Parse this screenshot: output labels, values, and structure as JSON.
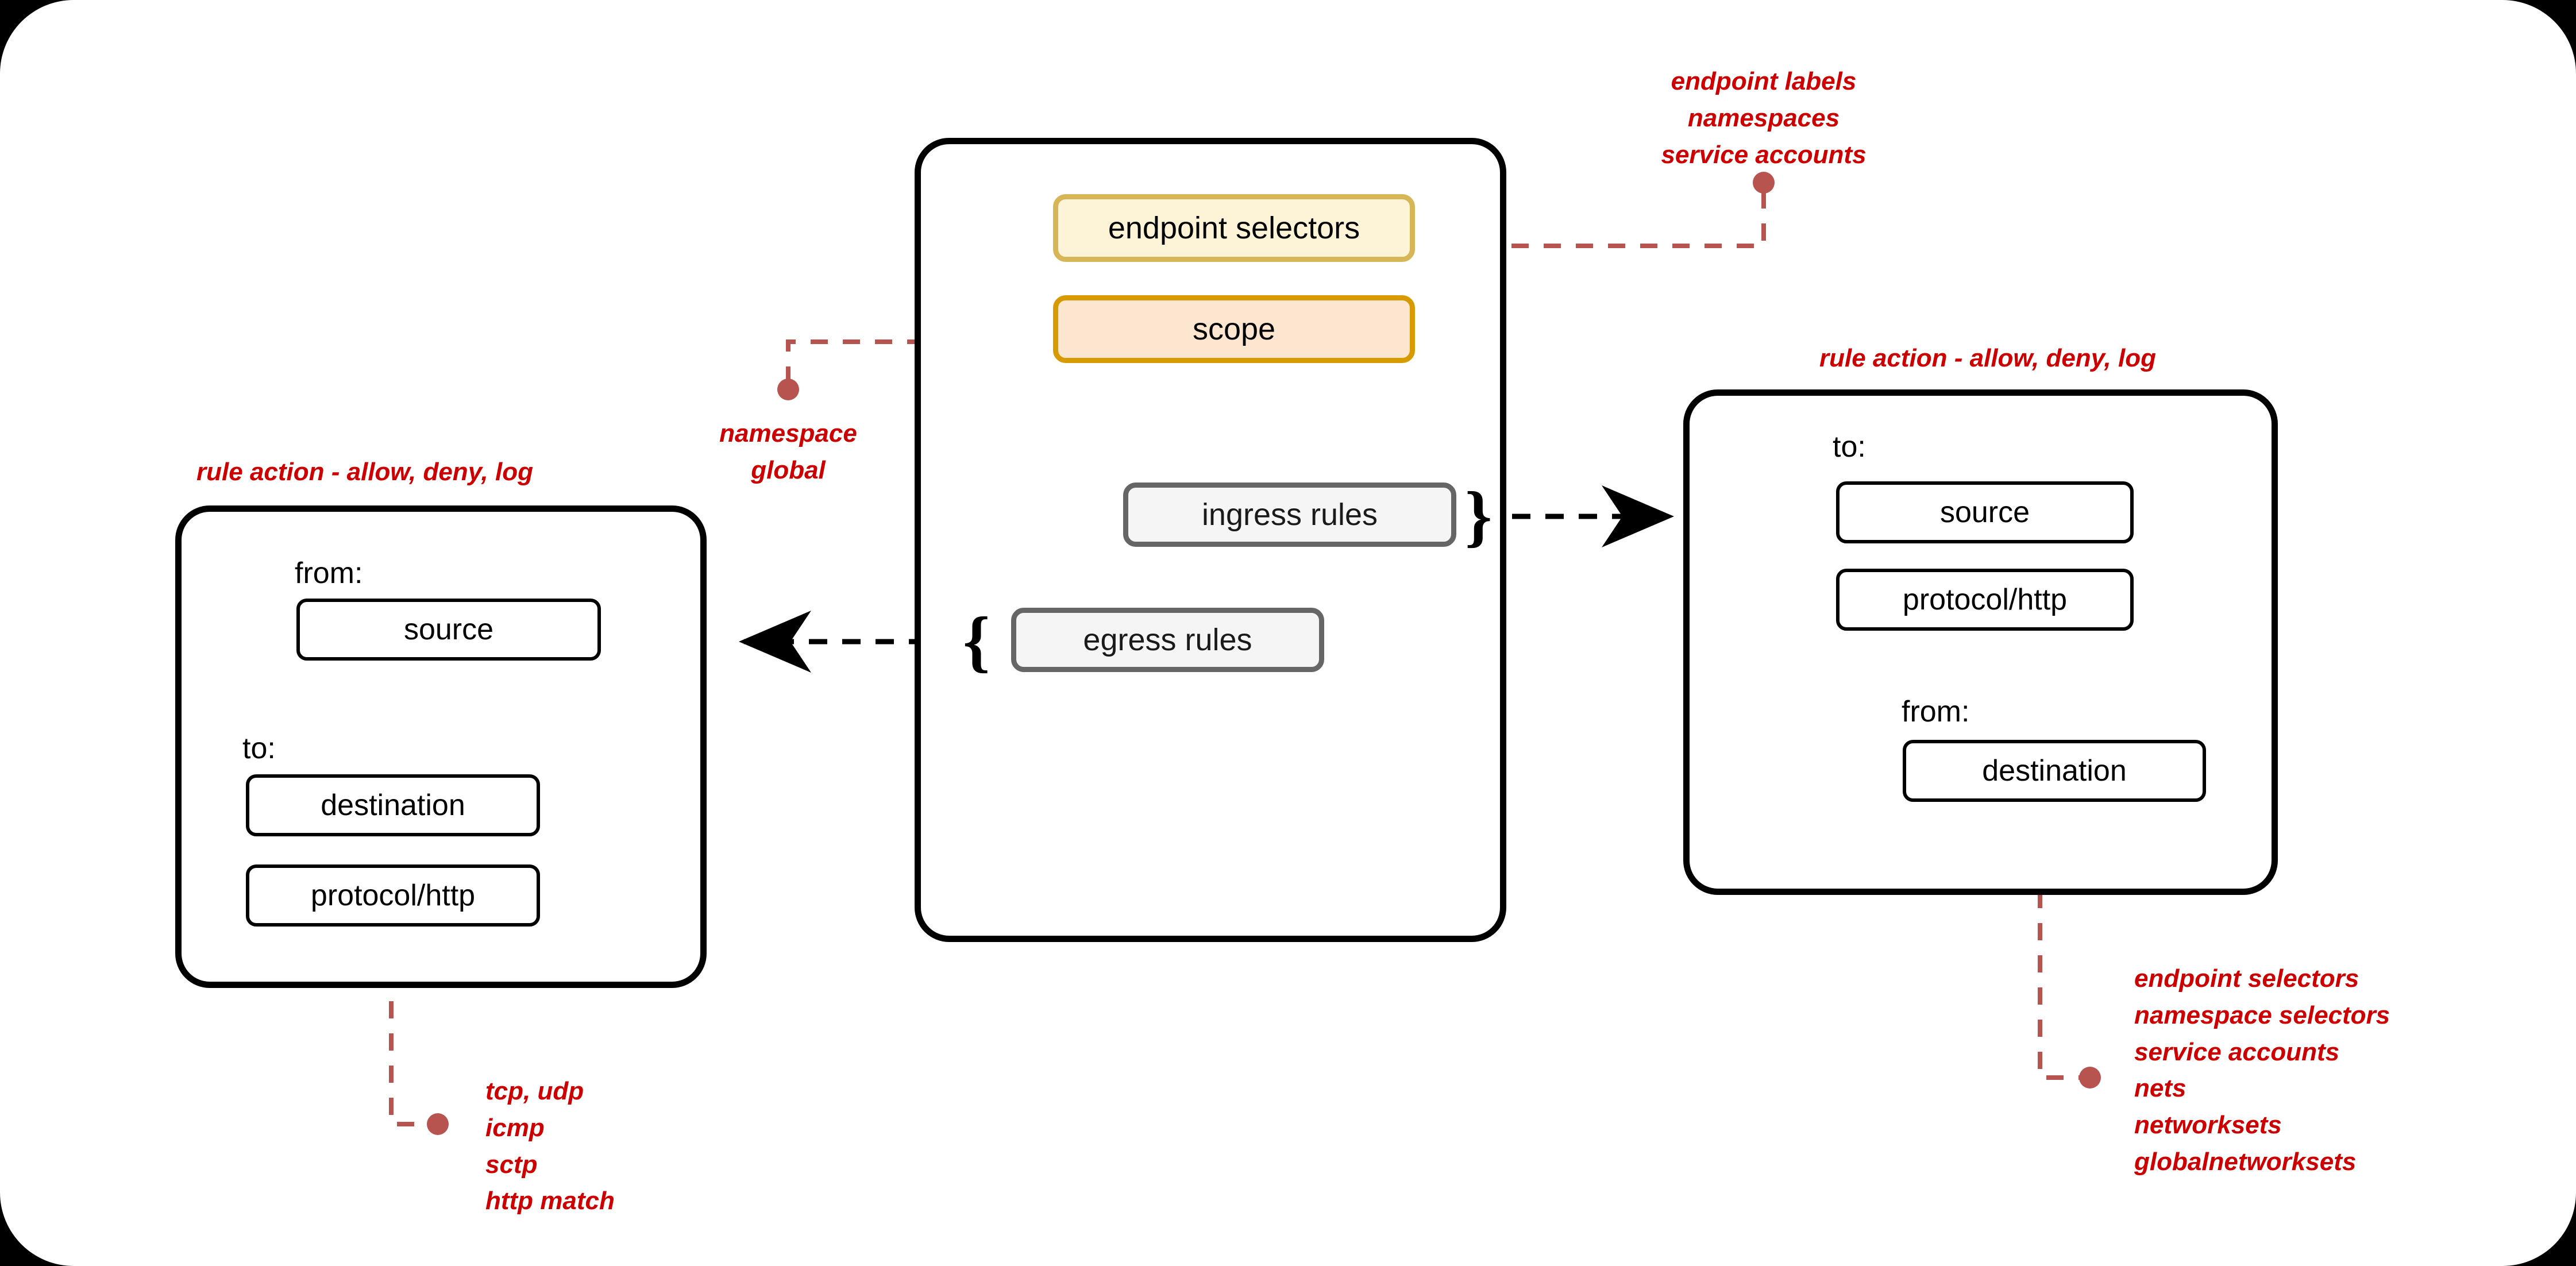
{
  "canvas": {
    "background": "#000000",
    "paper": "#ffffff"
  },
  "colors": {
    "annotation_text": "#cc0000",
    "connector_dash": "#b85450",
    "endpoint_selectors_fill": "#fdf3d7",
    "endpoint_selectors_border": "#d6b656",
    "scope_fill": "#fce6d0",
    "scope_border": "#d79b00",
    "rules_fill": "#f5f5f5",
    "rules_border": "#666666",
    "panel_border": "#000000"
  },
  "center_panel": {
    "name": "policy-container",
    "boxes": [
      {
        "id": "endpoint-selectors",
        "label": "endpoint selectors",
        "style": "yellow"
      },
      {
        "id": "scope",
        "label": "scope",
        "style": "orange"
      },
      {
        "id": "ingress-rules",
        "label": "ingress rules",
        "style": "gray"
      },
      {
        "id": "egress-rules",
        "label": "egress rules",
        "style": "gray"
      }
    ],
    "braces": {
      "ingress": "}",
      "egress": "{"
    }
  },
  "left_panel": {
    "title": "rule action - allow, deny, log",
    "sections": [
      {
        "label": "from:",
        "items": [
          "source"
        ]
      },
      {
        "label": "to:",
        "items": [
          "destination",
          "protocol/http"
        ]
      }
    ]
  },
  "right_panel": {
    "title": "rule action - allow, deny, log",
    "sections": [
      {
        "label": "to:",
        "items": [
          "source",
          "protocol/http"
        ]
      },
      {
        "label": "from:",
        "items": [
          "destination"
        ]
      }
    ]
  },
  "annotations": {
    "endpoint_selectors": {
      "lines": [
        "endpoint labels",
        "namespaces",
        "service accounts"
      ]
    },
    "scope": {
      "lines": [
        "namespace",
        "global"
      ]
    },
    "protocol_left": {
      "lines": [
        "tcp, udp",
        "icmp",
        "sctp",
        "http match"
      ]
    },
    "destination_right": {
      "lines": [
        "endpoint selectors",
        "namespace selectors",
        "service accounts",
        "nets",
        "networksets",
        "globalnetworksets"
      ]
    }
  }
}
